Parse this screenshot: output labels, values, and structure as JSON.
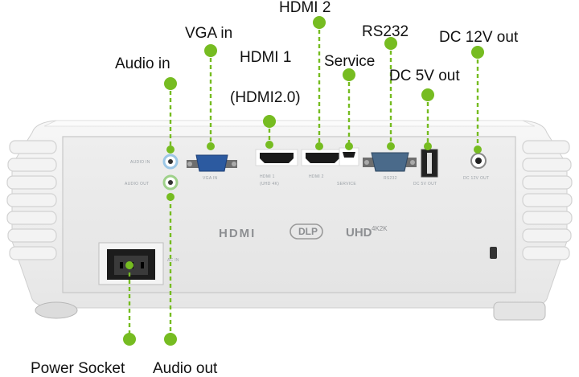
{
  "accent_color": "#76bc21",
  "callouts": {
    "audio_in": "Audio in",
    "vga_in": "VGA in",
    "hdmi_1": "HDMI 1",
    "hdmi_1_sub": "(HDMI2.0)",
    "hdmi_2": "HDMI 2",
    "service": "Service",
    "rs232": "RS232",
    "dc_5v_out": "DC 5V out",
    "dc_12v_out": "DC 12V out",
    "power_socket": "Power Socket",
    "audio_out": "Audio out"
  },
  "panel_labels": {
    "audio_in": "AUDIO IN",
    "audio_out": "AUDIO OUT",
    "vga_in": "VGA IN",
    "hdmi_1": "HDMI 1",
    "hdmi_1_sub": "(UHD 4K)",
    "hdmi_2": "HDMI 2",
    "service": "SERVICE",
    "rs232": "RS232",
    "dc_5v_out": "DC 5V OUT",
    "dc_12v_out": "DC 12V OUT",
    "ac_in": "AC IN"
  },
  "logos": {
    "hdmi": "HDMI",
    "dlp": "DLP",
    "uhd": "UHD",
    "uhd_sub": "4K2K"
  }
}
